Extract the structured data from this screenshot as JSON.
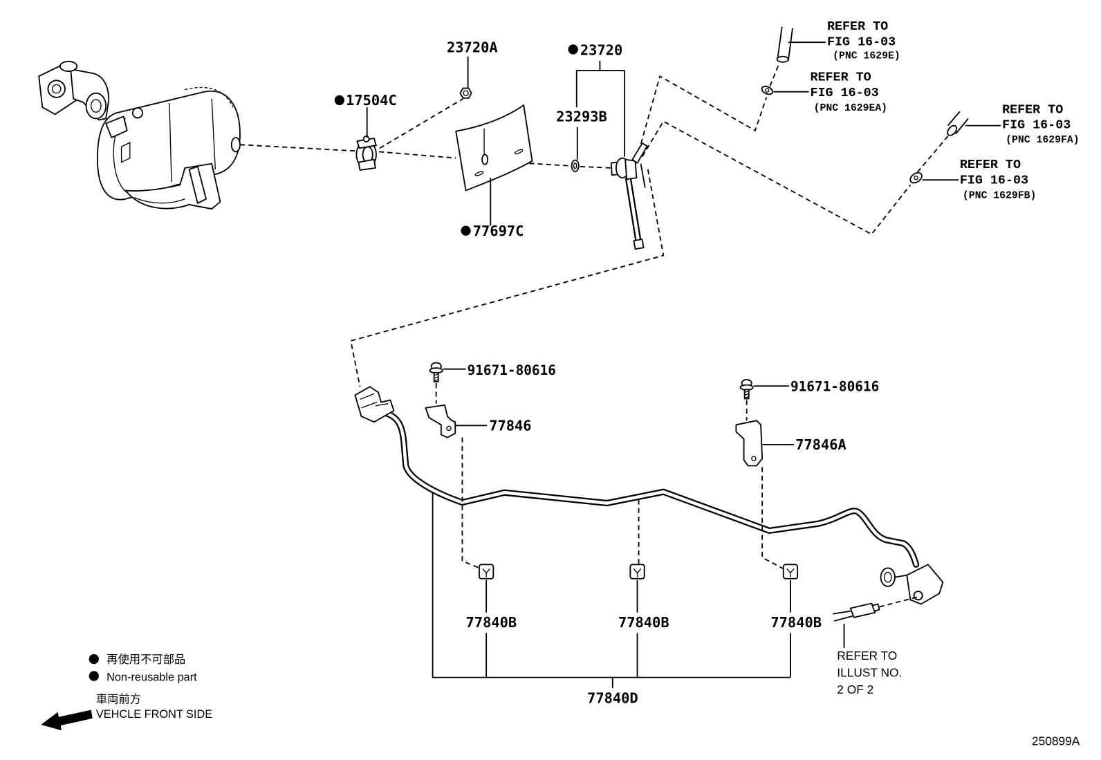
{
  "parts": {
    "nut": {
      "number": "23720A",
      "non_reusable": false
    },
    "sensor": {
      "number": "23720",
      "non_reusable": true
    },
    "clamp": {
      "number": "17504C",
      "non_reusable": true
    },
    "gasket": {
      "number": "23293B",
      "non_reusable": false
    },
    "insulator": {
      "number": "77697C",
      "non_reusable": true
    },
    "bolt_left": {
      "number": "91671-80616"
    },
    "bolt_right": {
      "number": "91671-80616"
    },
    "bracket_left": {
      "number": "77846"
    },
    "bracket_right": {
      "number": "77846A"
    },
    "clamp_left": {
      "number": "77840B"
    },
    "clamp_middle": {
      "number": "77840B"
    },
    "clamp_right": {
      "number": "77840B"
    },
    "harness": {
      "number": "77840D"
    }
  },
  "references": [
    {
      "line1": "REFER TO",
      "line2": "FIG 16-03",
      "pnc": "(PNC 1629E)"
    },
    {
      "line1": "REFER TO",
      "line2": "FIG 16-03",
      "pnc": "(PNC 1629EA)"
    },
    {
      "line1": "REFER TO",
      "line2": "FIG 16-03",
      "pnc": "(PNC 1629FA)"
    },
    {
      "line1": "REFER TO",
      "line2": "FIG 16-03",
      "pnc": "(PNC 1629FB)"
    }
  ],
  "illustration_reference": {
    "line1": "REFER TO",
    "line2": "ILLUST NO.",
    "line3": "2 OF 2"
  },
  "legend": {
    "jp": "再使用不可部品",
    "en": "Non-reusable part",
    "marker": "filled-circle-icon"
  },
  "direction": {
    "jp": "車両前方",
    "en": "VEHCLE FRONT SIDE",
    "icon": "arrow-front-icon"
  },
  "drawing_number": "250899A",
  "colors": {
    "ink": "#000000",
    "background": "#ffffff"
  }
}
